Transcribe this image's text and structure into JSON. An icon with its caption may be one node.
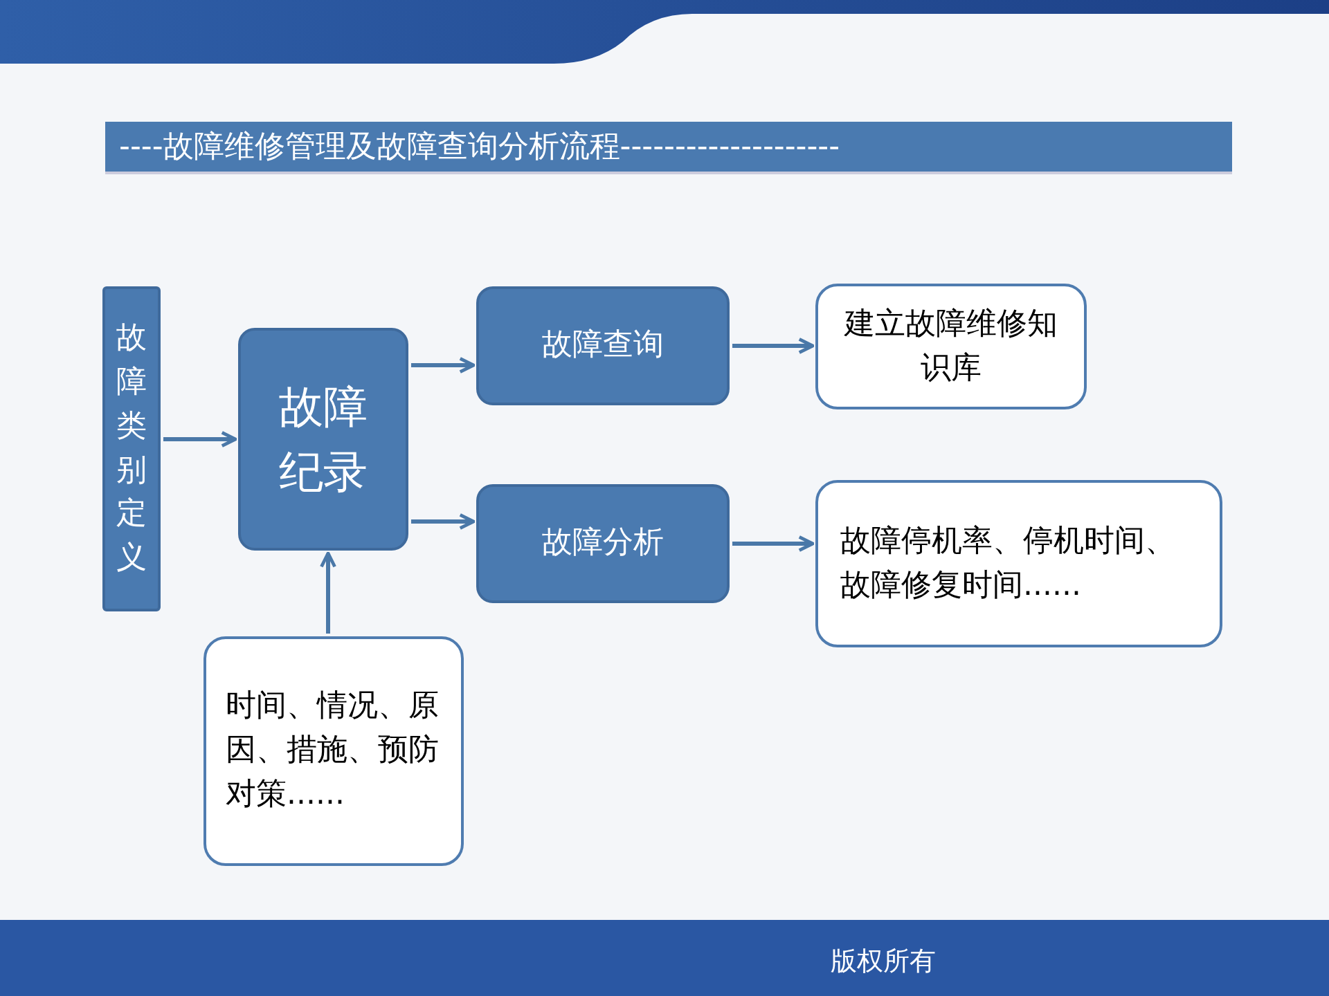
{
  "diagram": {
    "title": "----故障维修管理及故障查询分析流程--------------------",
    "nodes": [
      {
        "text": [
          "故障类别定义"
        ]
      },
      {
        "text": [
          "故障纪录"
        ]
      },
      {
        "text": [
          "故障查询"
        ]
      },
      {
        "text": [
          "故障分析"
        ]
      },
      {
        "text": [
          "建立故障维修知识库"
        ]
      },
      {
        "text": [
          "故障停机率、停机时间、故障修复时间......"
        ]
      },
      {
        "text": [
          "时间、情况、原因、措施、预防对策......"
        ]
      }
    ],
    "edges": [
      {
        "from": 0,
        "to": 1,
        "arrow": "to"
      },
      {
        "from": 1,
        "to": 2,
        "arrow": "to"
      },
      {
        "from": 1,
        "to": 3,
        "arrow": "to"
      },
      {
        "from": 2,
        "to": 4,
        "arrow": "to"
      },
      {
        "from": 3,
        "to": 5,
        "arrow": "to"
      },
      {
        "from": 6,
        "to": 1,
        "arrow": "to"
      }
    ],
    "labels": [
      "版权所有"
    ]
  }
}
